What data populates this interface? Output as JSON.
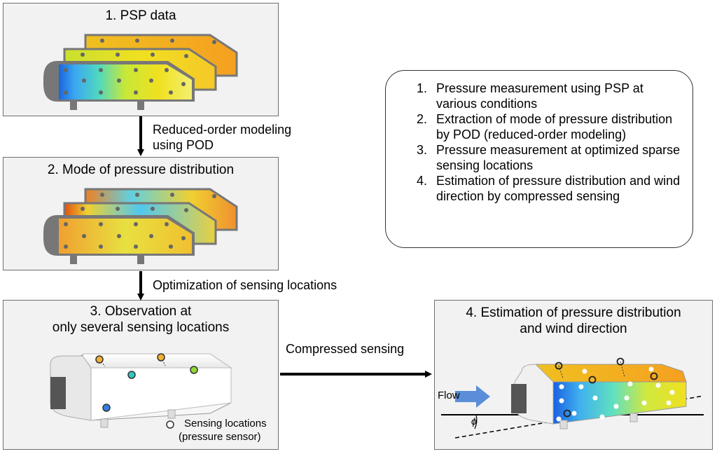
{
  "panels": {
    "p1_title": "1.  PSP data",
    "p2_title": "2. Mode of pressure distribution",
    "p3_title_line1": "3. Observation at",
    "p3_title_line2": "only several sensing locations",
    "p4_title_line1": "4. Estimation of pressure distribution",
    "p4_title_line2": "and wind direction"
  },
  "arrows": {
    "a1_line1": "Reduced-order modeling",
    "a1_line2": "using POD",
    "a2": "Optimization of sensing locations",
    "a3": "Compressed sensing"
  },
  "legend": {
    "line1": "Sensing locations",
    "line2": "(pressure sensor)"
  },
  "flow_label": "Flow",
  "angle_label": "ϕ",
  "steps": [
    "Pressure measurement using PSP at various conditions",
    "Extraction of mode of pressure distribution by POD (reduced-order modeling)",
    "Pressure measurement at optimized sparse sensing locations",
    "Estimation of pressure distribution and wind direction by compressed sensing"
  ]
}
